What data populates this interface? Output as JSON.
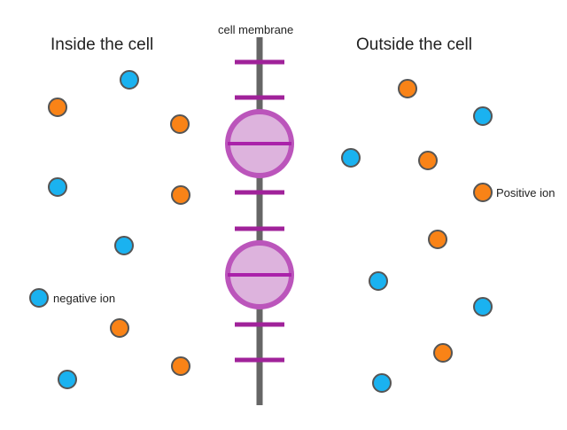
{
  "labels": {
    "membrane": "cell membrane",
    "inside": "Inside the cell",
    "outside": "Outside the cell",
    "positive_ion": "Positive ion",
    "negative_ion": "negative ion"
  },
  "colors": {
    "negative_ion": "#1AB2F0",
    "positive_ion": "#F98317",
    "ion_outline": "#555555",
    "membrane": "#666666",
    "protein_fill": "#DDB3DD",
    "protein_stroke": "#BB55BB",
    "protein_line": "#AA22AA",
    "membrane_tick": "#A0229A"
  }
}
